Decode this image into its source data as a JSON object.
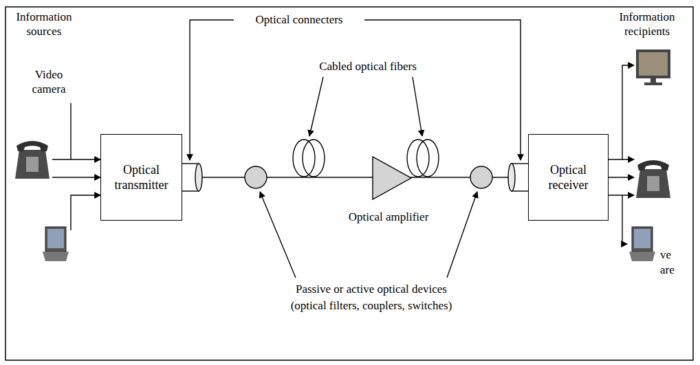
{
  "diagram": {
    "nodes": [
      {
        "text": [
          "Optical transmitter"
        ]
      },
      {
        "text": [
          "Optical receiver"
        ]
      }
    ],
    "edges": [
      {
        "from": 0,
        "to": 1,
        "arrow": "none"
      }
    ],
    "labels": [
      "Information sources",
      "Video camera",
      "Optical connecters",
      "Cabled optical fibers",
      "Optical amplifier",
      "Passive or active optical devices",
      "(optical filters, couplers, switches)",
      "Information recipients",
      "ve",
      "are"
    ]
  }
}
